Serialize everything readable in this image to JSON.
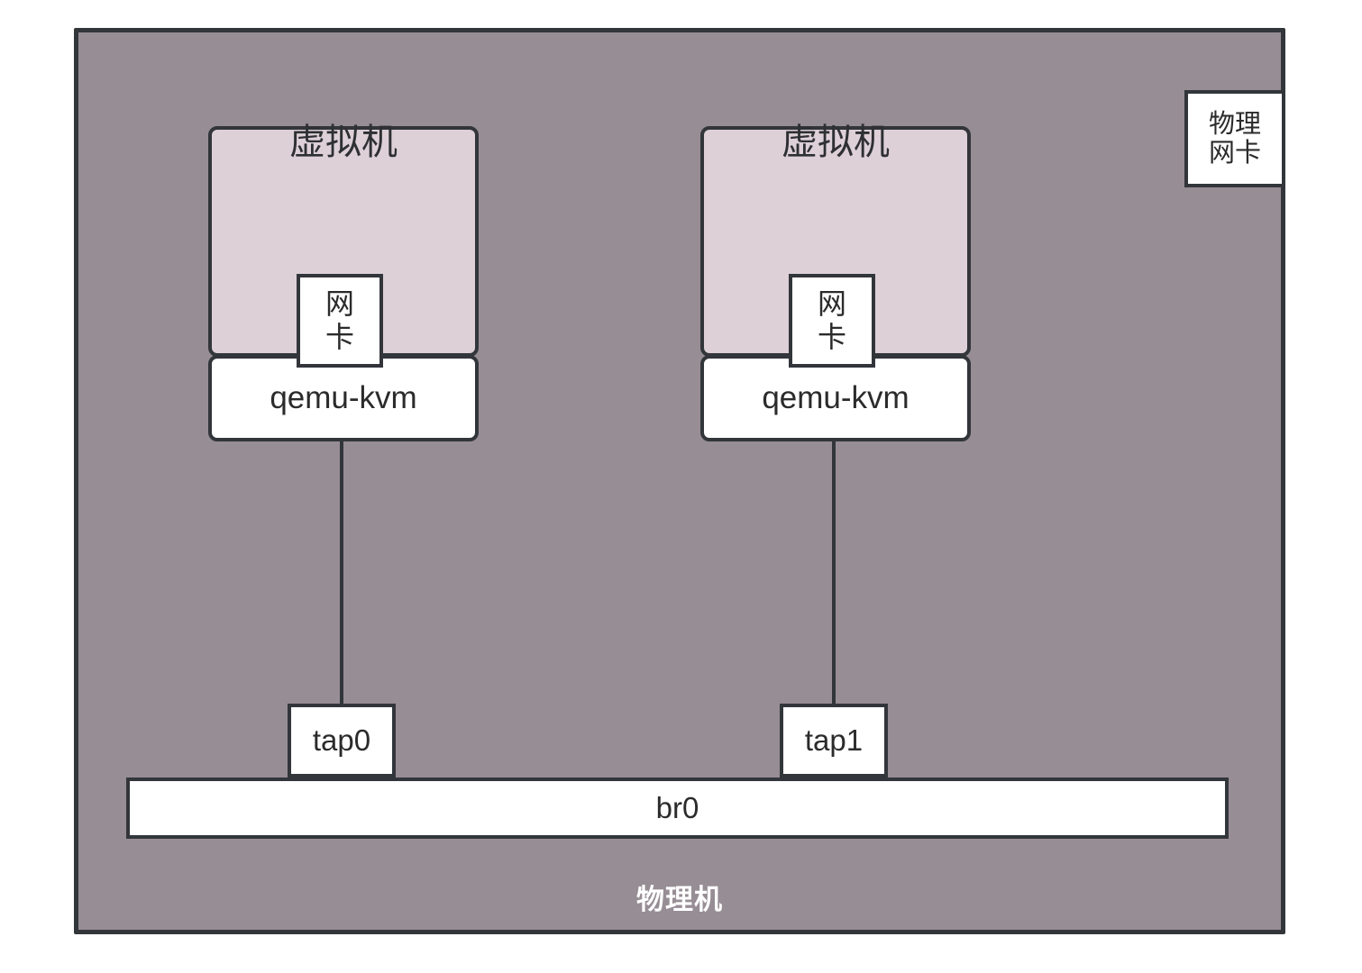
{
  "diagram": {
    "title": "KVM bridged networking topology",
    "colors": {
      "host_background": "#978d95",
      "vm_fill": "#ded0d7",
      "box_fill": "#ffffff",
      "stroke": "#32363b",
      "text": "#2b2b2b",
      "host_label_text": "#ffffff"
    }
  },
  "host": {
    "label": "物理机"
  },
  "physical_nic": {
    "line1": "物理",
    "line2": "网卡"
  },
  "vms": [
    {
      "vm_label": "虚拟机",
      "nic_line1": "网",
      "nic_line2": "卡",
      "qemu_label": "qemu-kvm",
      "tap_label": "tap0"
    },
    {
      "vm_label": "虚拟机",
      "nic_line1": "网",
      "nic_line2": "卡",
      "qemu_label": "qemu-kvm",
      "tap_label": "tap1"
    }
  ],
  "bridge": {
    "label": "br0"
  }
}
